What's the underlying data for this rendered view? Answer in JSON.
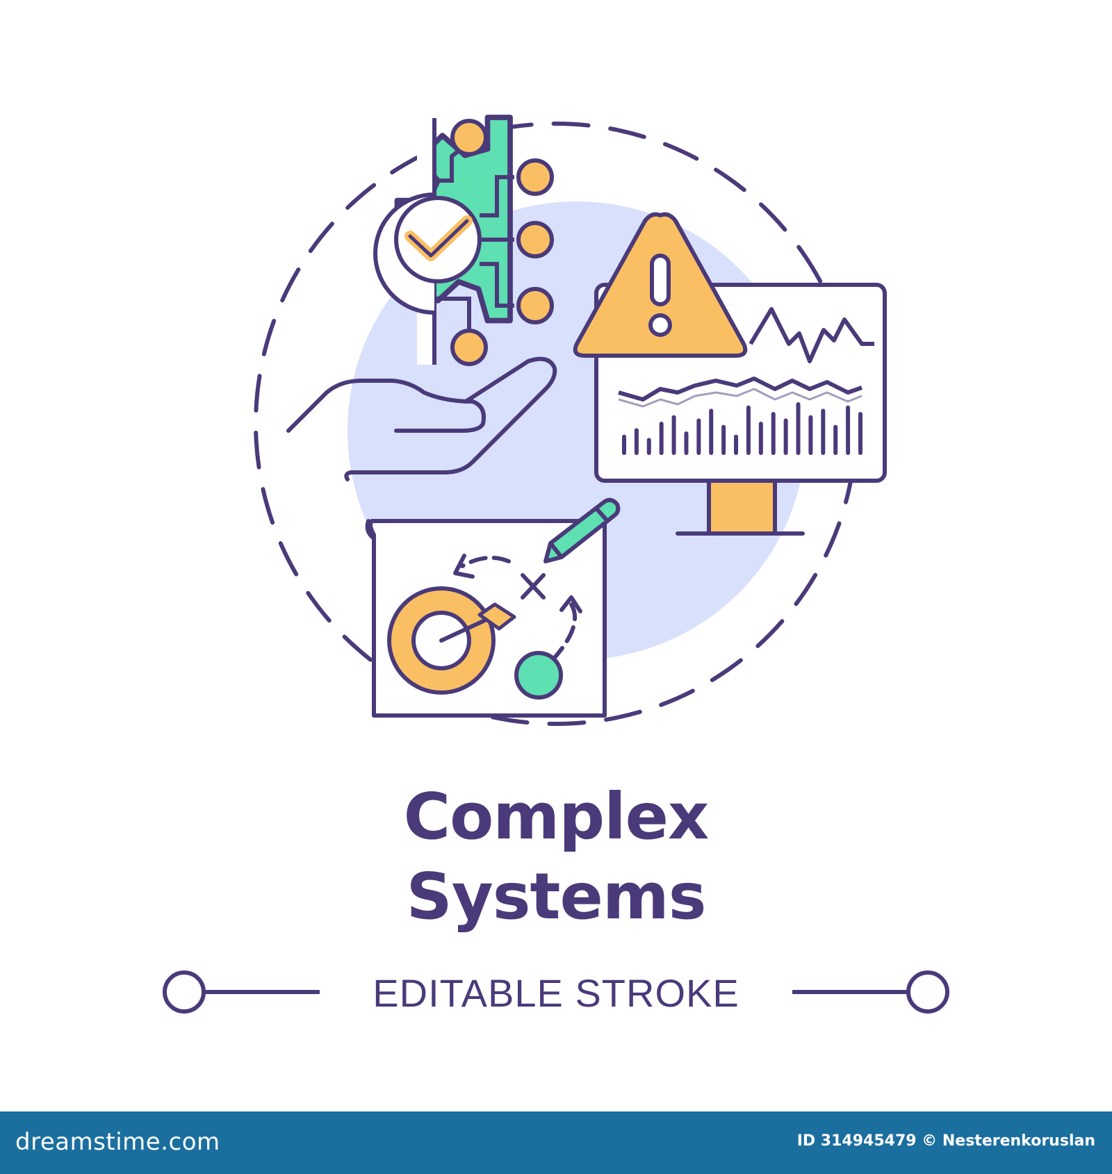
{
  "title": {
    "line1": "Complex",
    "line2": "Systems"
  },
  "subtitle": "EDITABLE STROKE",
  "footer": {
    "logo": "dreamstime.com",
    "credit": "ID 314945479 © Nesterenkoruslan"
  },
  "colors": {
    "outline": "#4a3a7a",
    "green": "#5ee0b2",
    "orange": "#fbbf63",
    "lavender": "#d8e0fb",
    "footer_bg": "#1b6f9f"
  },
  "icons": [
    "gear-icon",
    "check-icon",
    "hand-icon",
    "warning-icon",
    "monitor-icon",
    "strategy-board-icon",
    "target-icon",
    "pen-icon"
  ],
  "chart_data": {
    "type": "bar",
    "values": [
      5,
      7,
      4,
      9,
      11,
      6,
      10,
      13,
      8,
      5,
      14,
      9,
      12,
      10,
      15,
      11,
      13,
      8,
      14,
      12
    ]
  }
}
